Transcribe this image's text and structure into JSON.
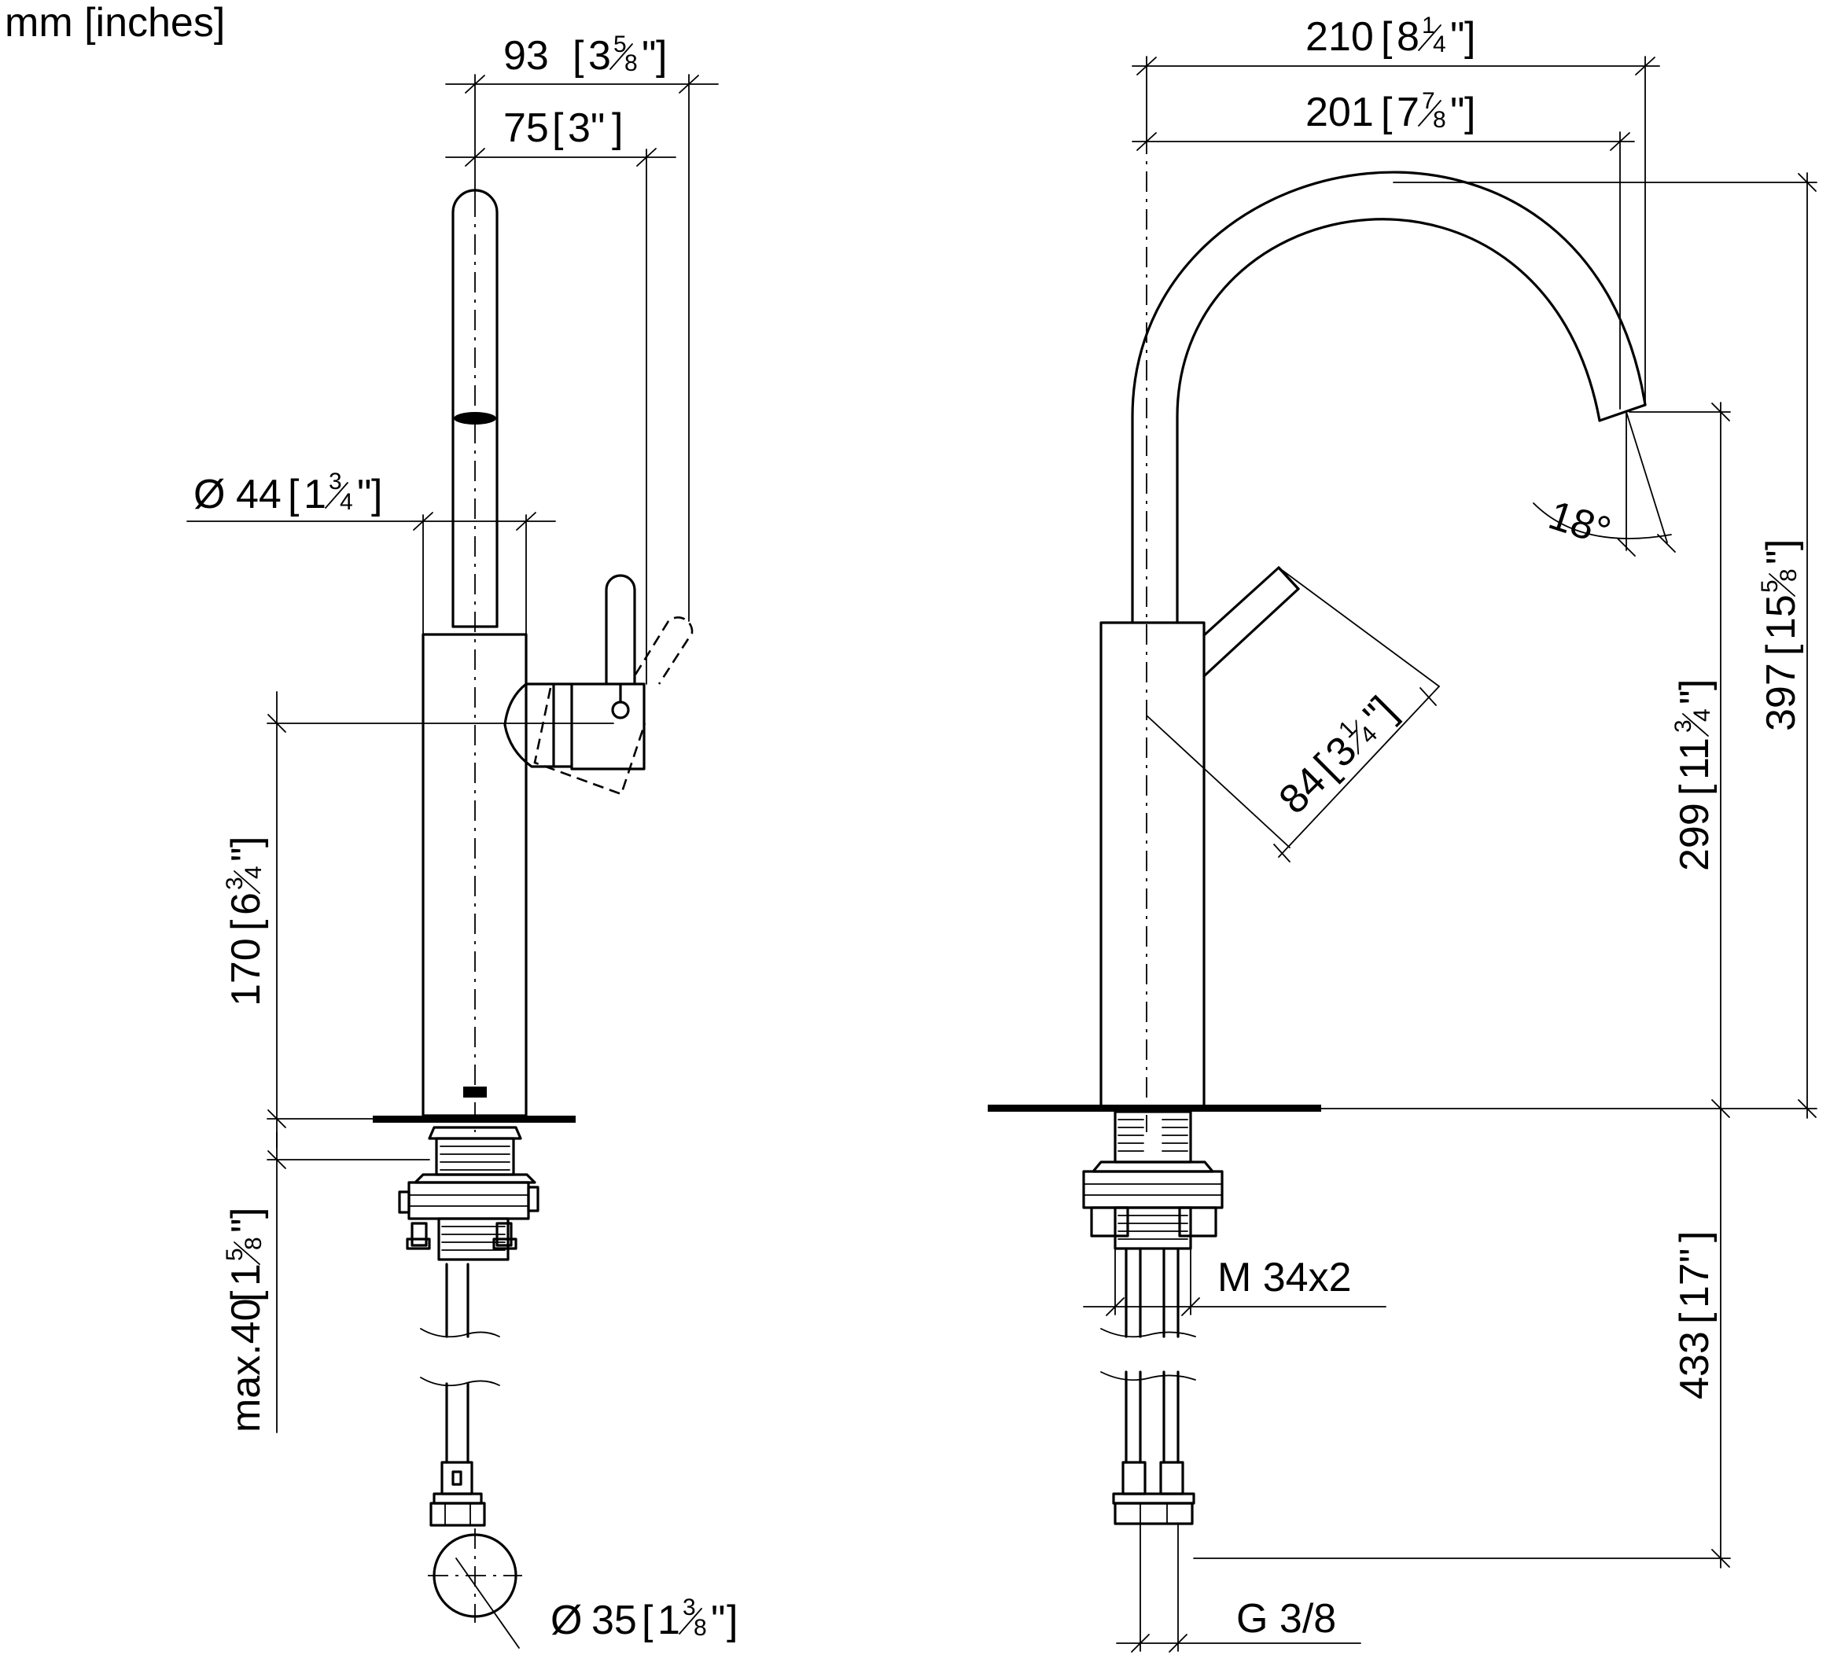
{
  "units_label": "mm [inches]",
  "dimensions": {
    "d93": {
      "mm": "93",
      "in_whole": "3",
      "in_num": "5",
      "in_den": "8"
    },
    "d75": {
      "mm": "75",
      "in_text": "3\""
    },
    "d44": {
      "mm": "44",
      "in_whole": "1",
      "in_num": "3",
      "in_den": "4"
    },
    "d170": {
      "mm": "170",
      "in_whole": "6",
      "in_num": "3",
      "in_den": "4"
    },
    "d40": {
      "mm": "max.40",
      "in_whole": "1",
      "in_num": "5",
      "in_den": "8"
    },
    "d35": {
      "mm": "35",
      "in_whole": "1",
      "in_num": "3",
      "in_den": "8"
    },
    "d210": {
      "mm": "210",
      "in_whole": "8",
      "in_num": "1",
      "in_den": "4"
    },
    "d201": {
      "mm": "201",
      "in_whole": "7",
      "in_num": "7",
      "in_den": "8"
    },
    "d397": {
      "mm": "397",
      "in_whole": "15",
      "in_num": "5",
      "in_den": "8"
    },
    "d299": {
      "mm": "299",
      "in_whole": "11",
      "in_num": "3",
      "in_den": "4"
    },
    "d84": {
      "mm": "84",
      "in_whole": "3",
      "in_num": "1",
      "in_den": "4"
    },
    "d433": {
      "mm": "433",
      "in_text": "17\""
    }
  },
  "angle": "18°",
  "thread": "M 34x2",
  "connection": "G 3/8",
  "diameter_symbol": "Ø",
  "inch_mark": "\""
}
